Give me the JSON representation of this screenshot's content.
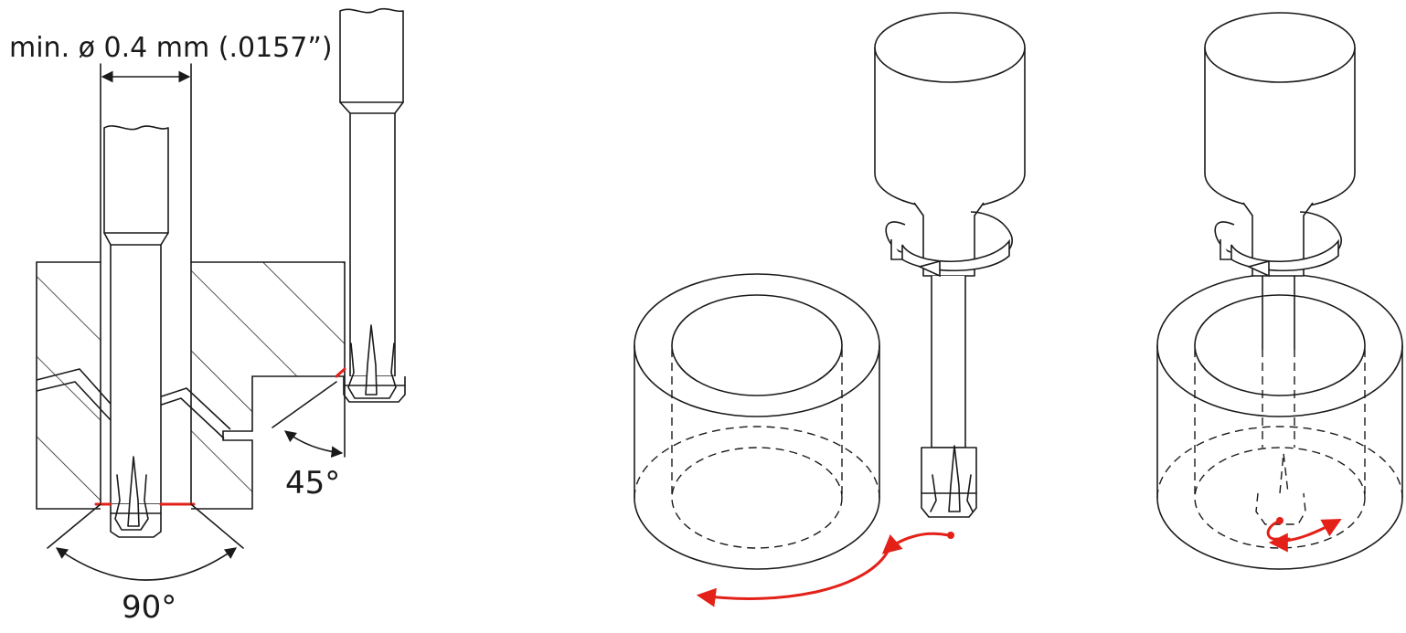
{
  "labels": {
    "min_diameter": "min. ø 0.4 mm (.0157”)",
    "angle_90": "90°",
    "angle_45": "45°"
  },
  "colors": {
    "line": "#1a1a1a",
    "highlight": "#e32119",
    "background": "#ffffff"
  },
  "icons": {
    "rotation": "rotation-arrow-icon",
    "feed": "orbital-feed-arrow-icon"
  }
}
